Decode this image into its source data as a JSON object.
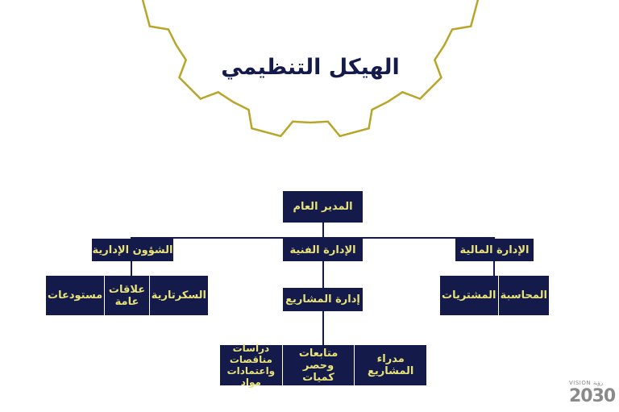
{
  "colors": {
    "navy": "#141a4a",
    "gold_text": "#e7e27a",
    "gear_outline": "#b8a52a"
  },
  "title": "الهيكل التنظيمي",
  "nodes": {
    "general_manager": "المدير العام",
    "admin_affairs": "الشؤون الإدارية",
    "technical_dept": "الإدارة الفنية",
    "financial_dept": "الإدارة المالية",
    "projects_dept": "إدارة المشاريع"
  },
  "admin_group": [
    "السكرتارية",
    "علاقات عامة",
    "مستودعات"
  ],
  "finance_group": [
    "المحاسبة",
    "المشتريات"
  ],
  "projects_group": [
    "مدراء المشاريع",
    "متابعات وحصر كميات",
    "دراسات مناقصات واعتمادات مواد"
  ],
  "logo": {
    "top": "VISION رؤية",
    "number": "2030"
  }
}
